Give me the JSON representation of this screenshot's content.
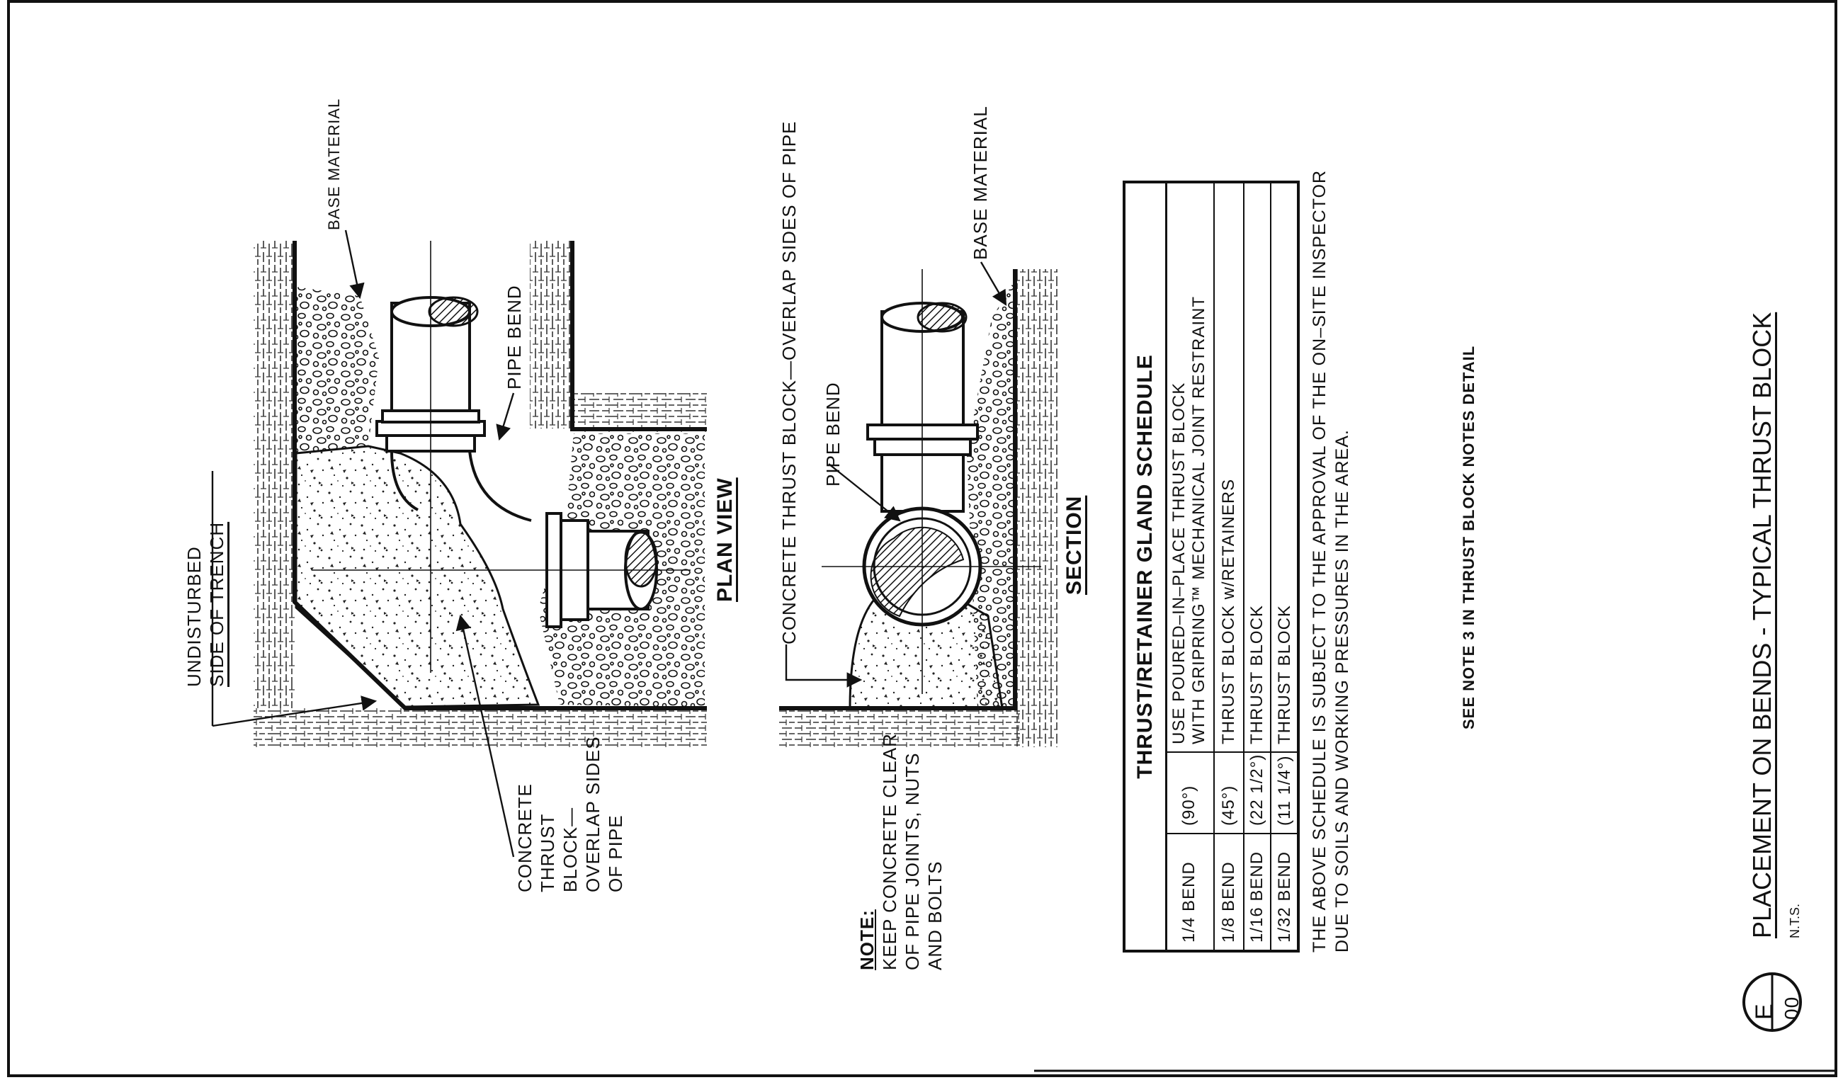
{
  "labels": {
    "undisturbed_line1": "UNDISTURBED",
    "undisturbed_line2": "SIDE OF TRENCH",
    "base_material_plan": "BASE MATERIAL",
    "pipe_bend_plan": "PIPE BEND",
    "concrete_plan": [
      "CONCRETE",
      "THRUST",
      "BLOCK—",
      "OVERLAP SIDES",
      "OF PIPE"
    ],
    "plan_view_title": "PLAN VIEW",
    "concrete_section": "CONCRETE THRUST BLOCK—OVERLAP SIDES OF PIPE",
    "pipe_bend_section": "PIPE BEND",
    "base_material_section": "BASE MATERIAL",
    "section_title": "SECTION"
  },
  "note": {
    "heading": "NOTE:",
    "lines": [
      "KEEP CONCRETE CLEAR",
      "OF PIPE JOINTS, NUTS",
      "AND BOLTS"
    ]
  },
  "schedule": {
    "title": "THRUST/RETAINER GLAND SCHEDULE",
    "rows": [
      {
        "bend": "1/4 BEND",
        "angle": "(90°)",
        "treatment_line1": "USE POURED–IN–PLACE THRUST BLOCK",
        "treatment_line2": "WITH GRIPRING™  MECHANICAL JOINT RESTRAINT"
      },
      {
        "bend": "1/8 BEND",
        "angle": "(45°)",
        "treatment_line1": "THRUST BLOCK w/RETAINERS",
        "treatment_line2": ""
      },
      {
        "bend": "1/16 BEND",
        "angle": "(22 1/2°)",
        "treatment_line1": "THRUST BLOCK",
        "treatment_line2": ""
      },
      {
        "bend": "1/32 BEND",
        "angle": "(11 1/4°)",
        "treatment_line1": "THRUST BLOCK",
        "treatment_line2": ""
      }
    ],
    "footnote_line1": "THE ABOVE SCHEDULE IS SUBJECT TO THE APPROVAL OF THE ON–SITE INSPECTOR",
    "footnote_line2": "DUE TO SOILS AND WORKING PRESSURES IN THE AREA."
  },
  "see_note": "SEE NOTE 3 IN THRUST BLOCK NOTES DETAIL",
  "title_block": {
    "title": "PLACEMENT ON BENDS - TYPICAL THRUST BLOCK",
    "scale": "N.T.S.",
    "detail_letter": "E",
    "sheet_number": "00"
  }
}
